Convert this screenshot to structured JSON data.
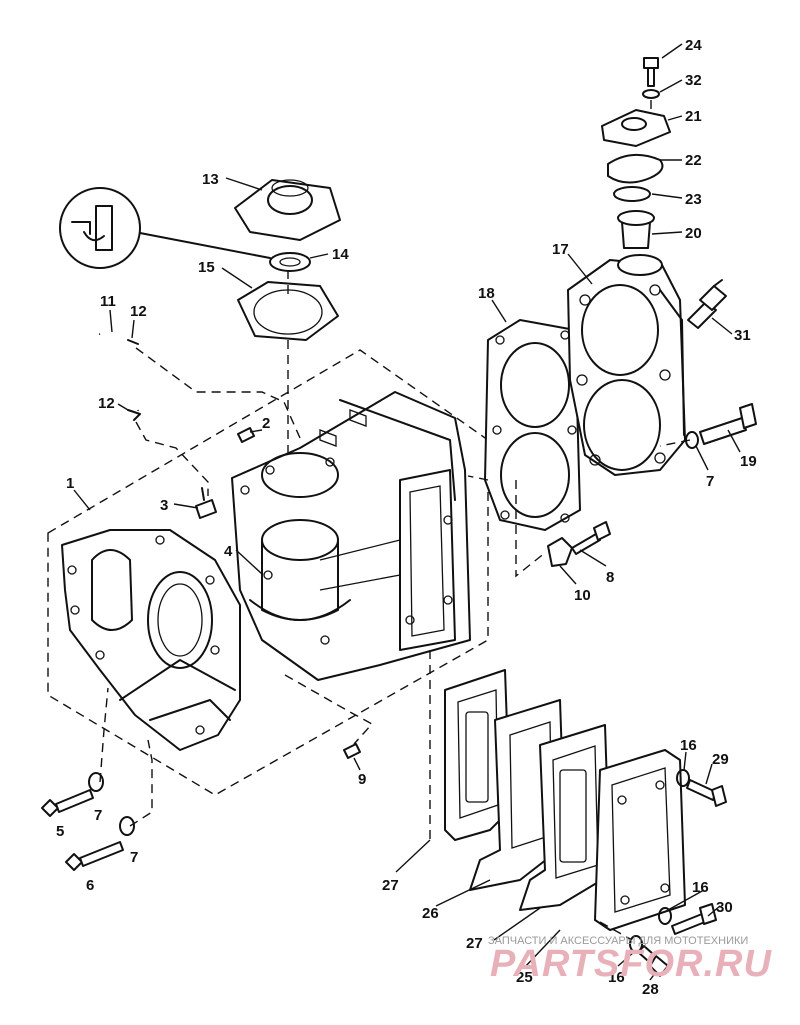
{
  "callouts": [
    {
      "id": "c24",
      "label": "24"
    },
    {
      "id": "c32",
      "label": "32"
    },
    {
      "id": "c21",
      "label": "21"
    },
    {
      "id": "c22",
      "label": "22"
    },
    {
      "id": "c23",
      "label": "23"
    },
    {
      "id": "c20",
      "label": "20"
    },
    {
      "id": "c13",
      "label": "13"
    },
    {
      "id": "c14",
      "label": "14"
    },
    {
      "id": "c15",
      "label": "15"
    },
    {
      "id": "c17",
      "label": "17"
    },
    {
      "id": "c18",
      "label": "18"
    },
    {
      "id": "c31",
      "label": "31"
    },
    {
      "id": "c11",
      "label": "11"
    },
    {
      "id": "c12a",
      "label": "12"
    },
    {
      "id": "c12b",
      "label": "12"
    },
    {
      "id": "c2",
      "label": "2"
    },
    {
      "id": "c19",
      "label": "19"
    },
    {
      "id": "c7a",
      "label": "7"
    },
    {
      "id": "c1",
      "label": "1"
    },
    {
      "id": "c3",
      "label": "3"
    },
    {
      "id": "c4",
      "label": "4"
    },
    {
      "id": "c8",
      "label": "8"
    },
    {
      "id": "c10",
      "label": "10"
    },
    {
      "id": "c9",
      "label": "9"
    },
    {
      "id": "c16a",
      "label": "16"
    },
    {
      "id": "c29",
      "label": "29"
    },
    {
      "id": "c5",
      "label": "5"
    },
    {
      "id": "c7b",
      "label": "7"
    },
    {
      "id": "c7c",
      "label": "7"
    },
    {
      "id": "c6",
      "label": "6"
    },
    {
      "id": "c27a",
      "label": "27"
    },
    {
      "id": "c26",
      "label": "26"
    },
    {
      "id": "c16b",
      "label": "16"
    },
    {
      "id": "c30",
      "label": "30"
    },
    {
      "id": "c27b",
      "label": "27"
    },
    {
      "id": "c25",
      "label": "25"
    },
    {
      "id": "c16c",
      "label": "16"
    },
    {
      "id": "c28",
      "label": "28"
    }
  ],
  "watermark": {
    "caption": "ЗАПЧАСТИ И АКСЕССУАРЫ ДЛЯ МОТОТЕХНИКИ",
    "logo": "PARTSFOR.RU"
  }
}
